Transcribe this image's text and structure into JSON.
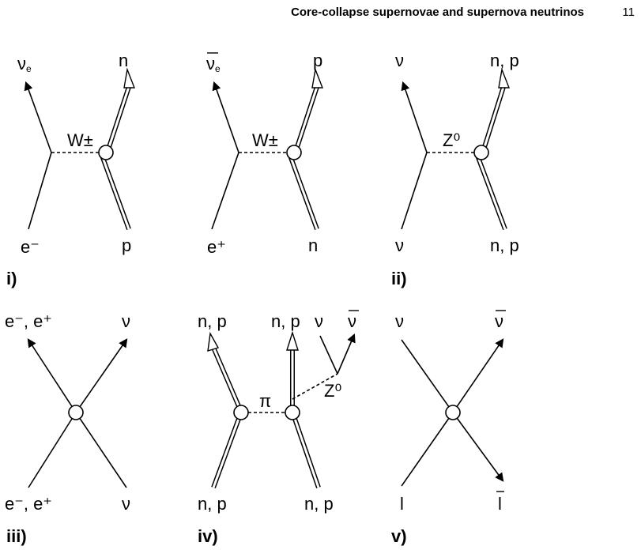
{
  "header": {
    "running_title": "Core-collapse supernovae and supernova neutrinos",
    "page_number": "11"
  },
  "diagrams": {
    "d1": {
      "top_left": "ν",
      "top_left_sub": "e",
      "top_right": "n",
      "mediator": "W±",
      "bottom_left": "e⁻",
      "bottom_right": "p",
      "panel": "i)"
    },
    "d2": {
      "top_left": "ν",
      "top_left_sub": "e",
      "top_right": "p",
      "mediator": "W±",
      "bottom_left": "e⁺",
      "bottom_right": "n"
    },
    "d3": {
      "top_left": "ν",
      "top_right": "n, p",
      "mediator": "Z⁰",
      "bottom_left": "ν",
      "bottom_right": "n, p",
      "panel": "ii)"
    },
    "d4": {
      "top_left": "e⁻, e⁺",
      "top_right": "ν",
      "bottom_left": "e⁻, e⁺",
      "bottom_right": "ν",
      "panel": "iii)"
    },
    "d5": {
      "top_left": "n, p",
      "top_mid": "n, p",
      "nu": "ν",
      "nubar": "ν",
      "pion": "π",
      "z": "Z⁰",
      "bottom_left": "n, p",
      "bottom_right": "n, p",
      "panel": "iv)"
    },
    "d6": {
      "top_left": "ν",
      "top_right": "ν",
      "bottom_left": "l",
      "bottom_right": "l",
      "panel": "v)"
    }
  }
}
